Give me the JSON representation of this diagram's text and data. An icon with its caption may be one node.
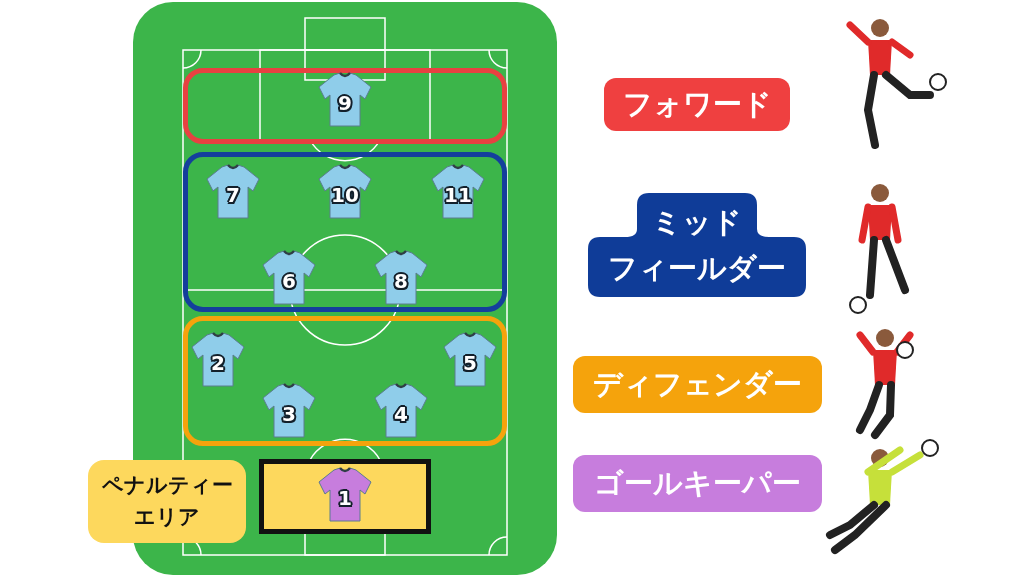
{
  "diagram": {
    "nodes": [
      {
        "text": [],
        "shape": "box"
      },
      {
        "text": [
          "9"
        ],
        "in": 0
      },
      {
        "text": [],
        "shape": "box"
      },
      {
        "text": [
          "7"
        ],
        "in": 2
      },
      {
        "text": [
          "10"
        ],
        "in": 2
      },
      {
        "text": [
          "11"
        ],
        "in": 2
      },
      {
        "text": [
          "6"
        ],
        "in": 2
      },
      {
        "text": [
          "8"
        ],
        "in": 2
      },
      {
        "text": [],
        "shape": "box"
      },
      {
        "text": [
          "2"
        ],
        "in": 8
      },
      {
        "text": [
          "5"
        ],
        "in": 8
      },
      {
        "text": [
          "3"
        ],
        "in": 8
      },
      {
        "text": [
          "4"
        ],
        "in": 8
      },
      {
        "text": [
          "ペナルティーエリア"
        ]
      },
      {
        "text": [],
        "shape": "box"
      },
      {
        "text": [
          "1"
        ],
        "in": 14
      },
      {
        "text": [
          "フォワード"
        ]
      },
      {
        "text": [
          "ミッドフィールダー"
        ]
      },
      {
        "text": [
          "ディフェンダー"
        ]
      },
      {
        "text": [
          "ゴールキーパー"
        ]
      }
    ]
  }
}
